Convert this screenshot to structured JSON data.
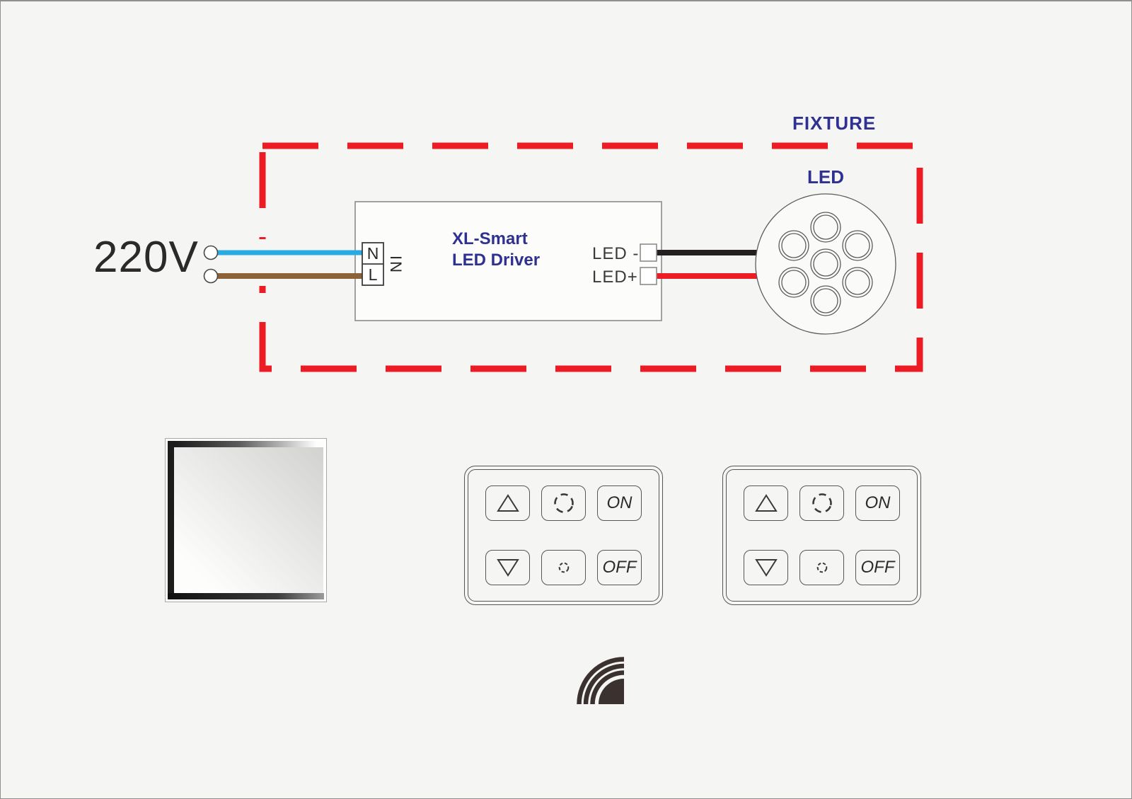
{
  "diagram": {
    "voltage_label": "220V",
    "fixture_label": "FIXTURE",
    "led_label": "LED",
    "driver": {
      "title_line1": "XL-Smart",
      "title_line2": "LED Driver",
      "input": {
        "group_label": "IN",
        "neutral": "N",
        "live": "L"
      },
      "output": {
        "negative": "LED -",
        "positive": "LED+"
      }
    },
    "icons": [
      "wireless-signal-icon",
      "led-module-icon",
      "glass-panel"
    ]
  },
  "remotes": [
    {
      "on_label": "ON",
      "off_label": "OFF",
      "icons": [
        "triangle-up",
        "dashed-circle-large",
        "triangle-down",
        "dashed-circle-small"
      ]
    },
    {
      "on_label": "ON",
      "off_label": "OFF",
      "icons": [
        "triangle-up",
        "dashed-circle-large",
        "triangle-down",
        "dashed-circle-small"
      ]
    }
  ],
  "colors": {
    "accent_red": "#ED1C24",
    "wire_blue": "#29ABE2",
    "wire_brown": "#8C6239",
    "wire_black": "#231F20",
    "label_navy": "#2E3192",
    "icon_dark": "#3B3230"
  }
}
